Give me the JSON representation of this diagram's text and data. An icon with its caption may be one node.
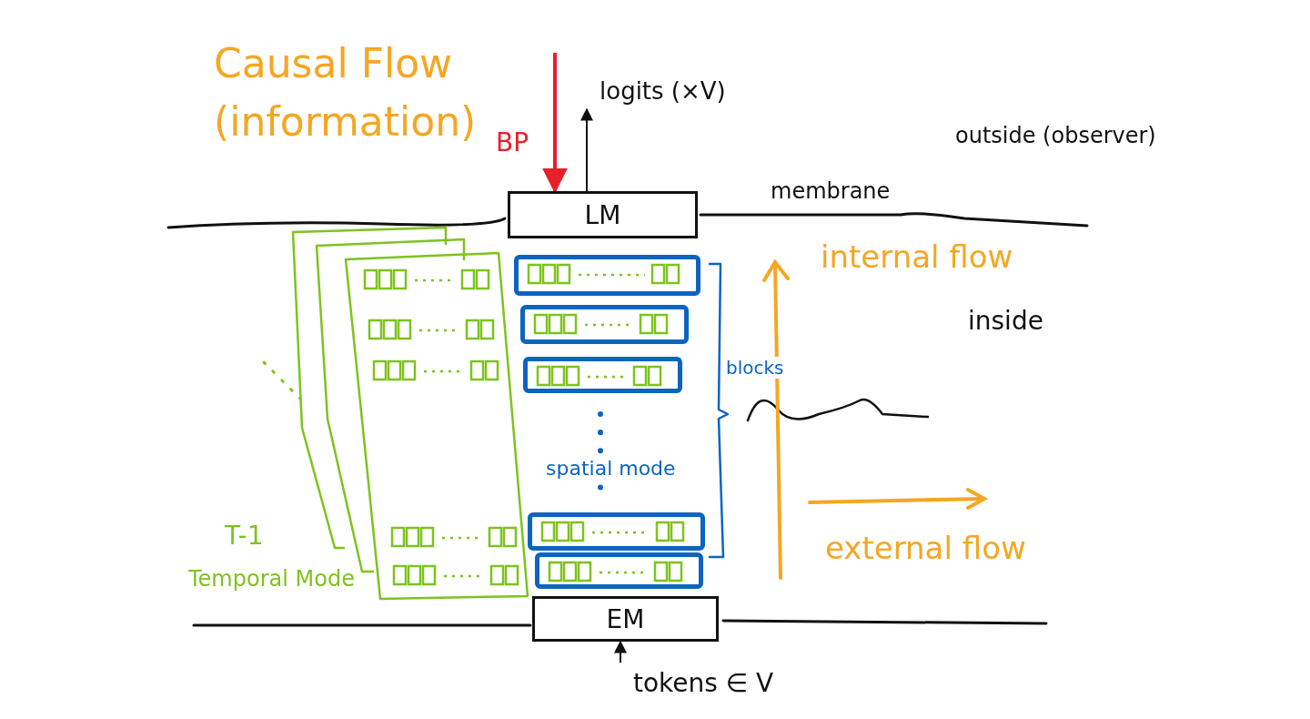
{
  "diagram": {
    "title": "Causal Flow (information)",
    "nodes": [
      {
        "text": [
          "logits (×V)"
        ]
      },
      {
        "text": [
          "LM"
        ]
      },
      {
        "text": [],
        "shape": "box"
      },
      {
        "text": [],
        "shape": "box"
      },
      {
        "text": [],
        "shape": "box"
      },
      {
        "text": [],
        "shape": "box"
      },
      {
        "text": [],
        "shape": "box"
      },
      {
        "text": [
          "EM"
        ]
      },
      {
        "text": [
          "tokens ∈ V"
        ]
      }
    ],
    "edges": [
      {
        "from": null,
        "to": 1,
        "arrow": "to",
        "color": "#e8202a"
      },
      {
        "from": 1,
        "to": 0,
        "arrow": "to"
      },
      {
        "from": 8,
        "to": 7,
        "arrow": "to"
      }
    ],
    "labels": [
      "BP",
      "outside (observer)",
      "membrane",
      "internal flow",
      "inside",
      "blocks",
      "spatial mode",
      "external flow",
      "T-1",
      "Temporal Mode"
    ]
  }
}
